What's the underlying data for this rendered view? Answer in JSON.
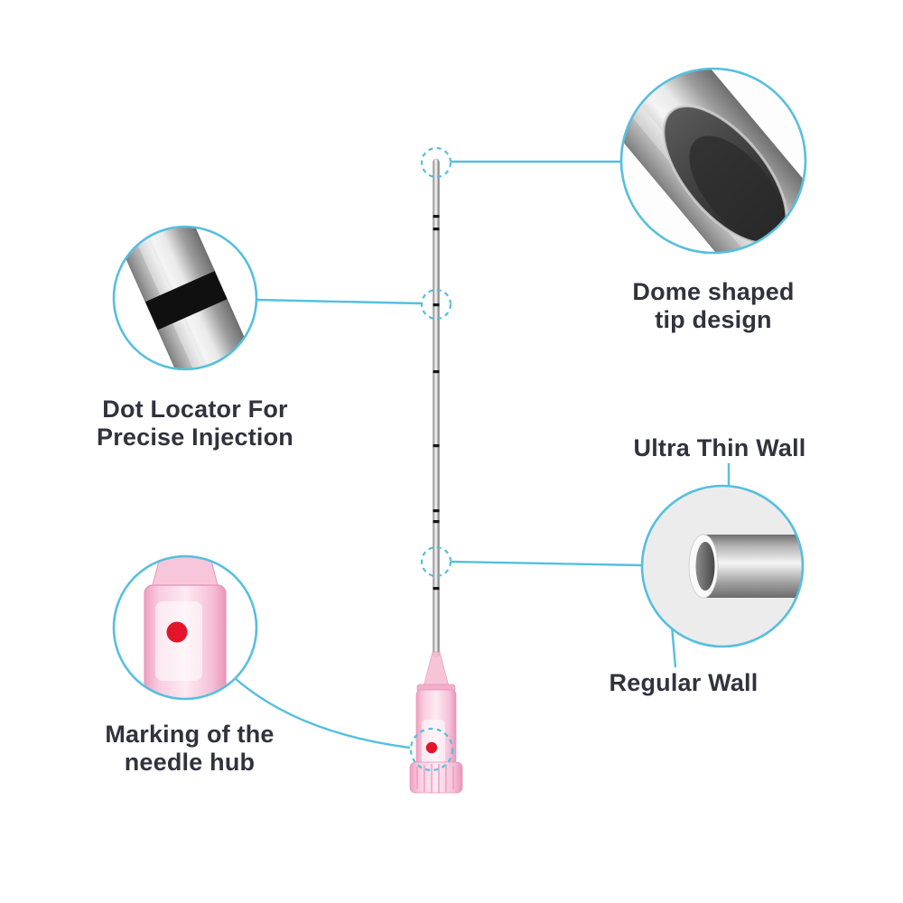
{
  "figure": {
    "type": "product-annotation-diagram",
    "subject": "Micro cannula needle with zoomed callout details"
  },
  "colors": {
    "accent_cyan": "#55bfde",
    "label_text": "#32323e",
    "hub_pink": "#f6b9cf",
    "dot_red": "#e4152b",
    "needle_silver": "#c9c9c9",
    "background": "#ffffff"
  },
  "callouts": {
    "dome_tip": {
      "label": "Dome shaped\ntip design"
    },
    "dot_locator": {
      "label": "Dot Locator For\nPrecise Injection"
    },
    "ultra_thin_wall": {
      "label": "Ultra Thin Wall"
    },
    "regular_wall": {
      "label": "Regular Wall"
    },
    "hub_marking": {
      "label": "Marking of the\nneedle hub"
    }
  }
}
